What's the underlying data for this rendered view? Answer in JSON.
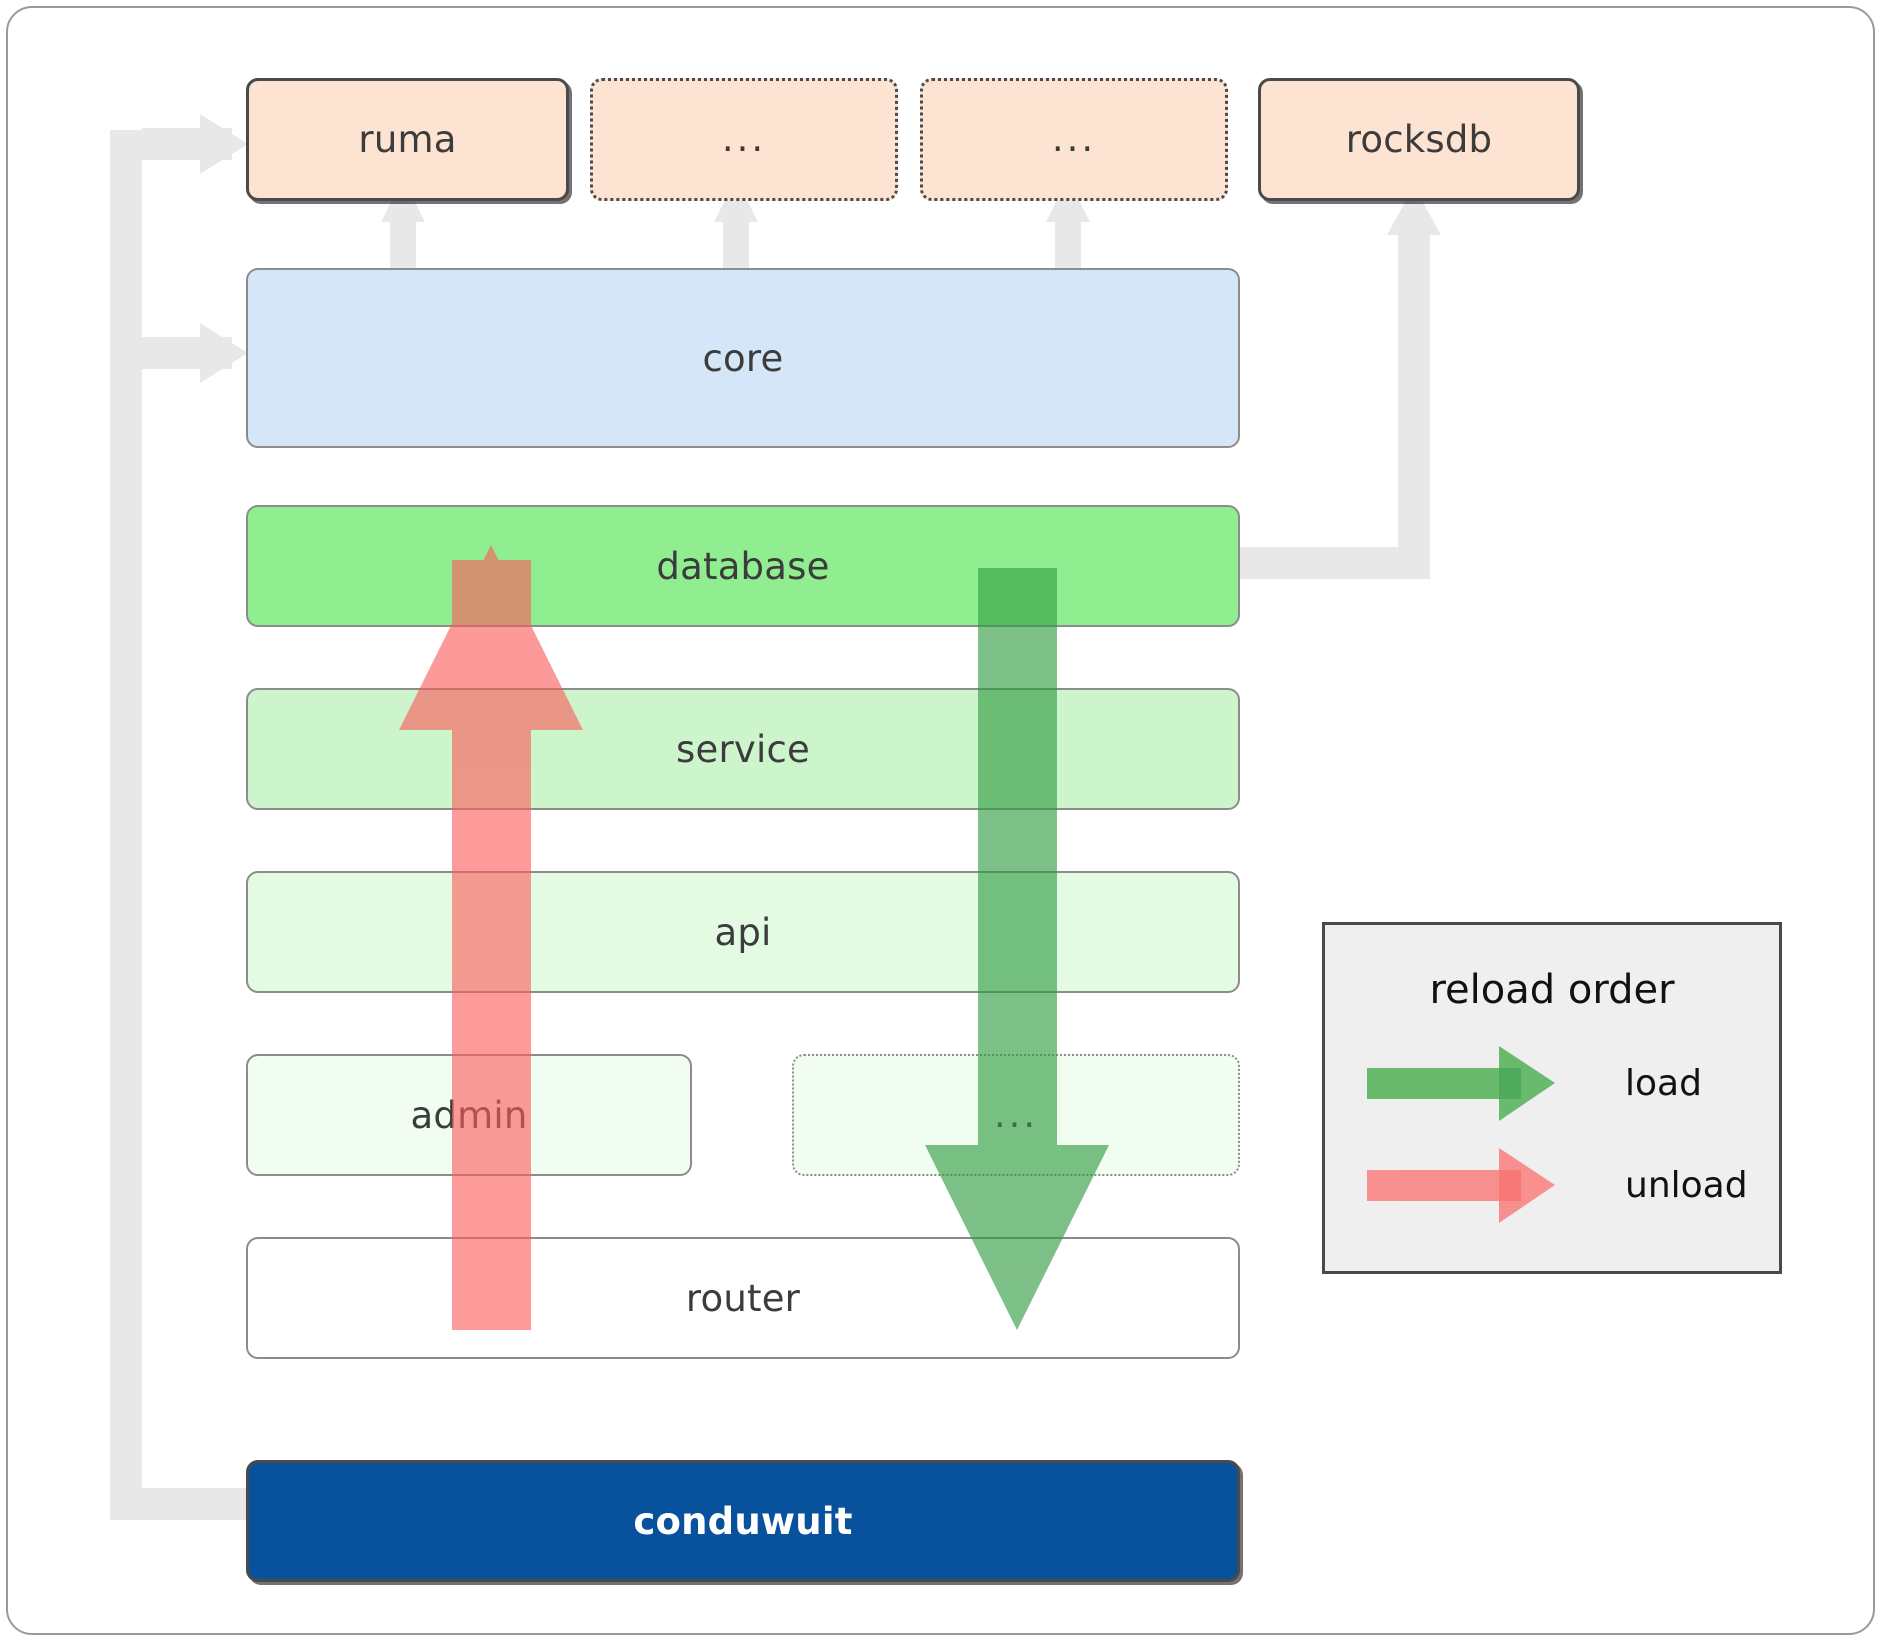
{
  "diagram": {
    "title": "conduwuit crate architecture / reload order",
    "colors": {
      "peach_fill": "#fce3d2",
      "blue_fill": "#d4e6f8",
      "green_strong": "#90ee90",
      "green_mid": "#ccf5cc",
      "green_light": "#e3fae3",
      "green_pale": "#f0fdf0",
      "white_fill": "#ffffff",
      "navy_fill": "#08519c",
      "connector_gray": "#e8e8e8",
      "border_dark": "#4a4a4a",
      "border_gray": "#8c8c8c",
      "load_green": "#4caf50",
      "unload_red": "#fb7b7b",
      "legend_bg": "#efefef"
    },
    "top_row": [
      {
        "label": "ruma",
        "style": "solid",
        "name": "ruma"
      },
      {
        "label": "...",
        "style": "dotted",
        "name": "more-deps-1"
      },
      {
        "label": "...",
        "style": "dotted",
        "name": "more-deps-2"
      },
      {
        "label": "rocksdb",
        "style": "solid",
        "name": "rocksdb"
      }
    ],
    "layers": [
      {
        "label": "core",
        "name": "core",
        "style": "solid"
      },
      {
        "label": "database",
        "name": "database",
        "style": "solid"
      },
      {
        "label": "service",
        "name": "service",
        "style": "solid"
      },
      {
        "label": "api",
        "name": "api",
        "style": "solid"
      },
      {
        "label": "admin",
        "name": "admin",
        "style": "solid"
      },
      {
        "label": "...",
        "name": "more-crates",
        "style": "dotted"
      },
      {
        "label": "router",
        "name": "router",
        "style": "solid"
      }
    ],
    "binary": {
      "label": "conduwuit",
      "name": "conduwuit"
    },
    "legend": {
      "title": "reload order",
      "items": [
        {
          "label": "load",
          "color": "#4caf50"
        },
        {
          "label": "unload",
          "color": "#fb7b7b"
        }
      ]
    },
    "flows": {
      "load_direction": "down",
      "unload_direction": "up",
      "load_from": "database",
      "load_to": "router",
      "unload_from": "router",
      "unload_to": "database"
    }
  }
}
